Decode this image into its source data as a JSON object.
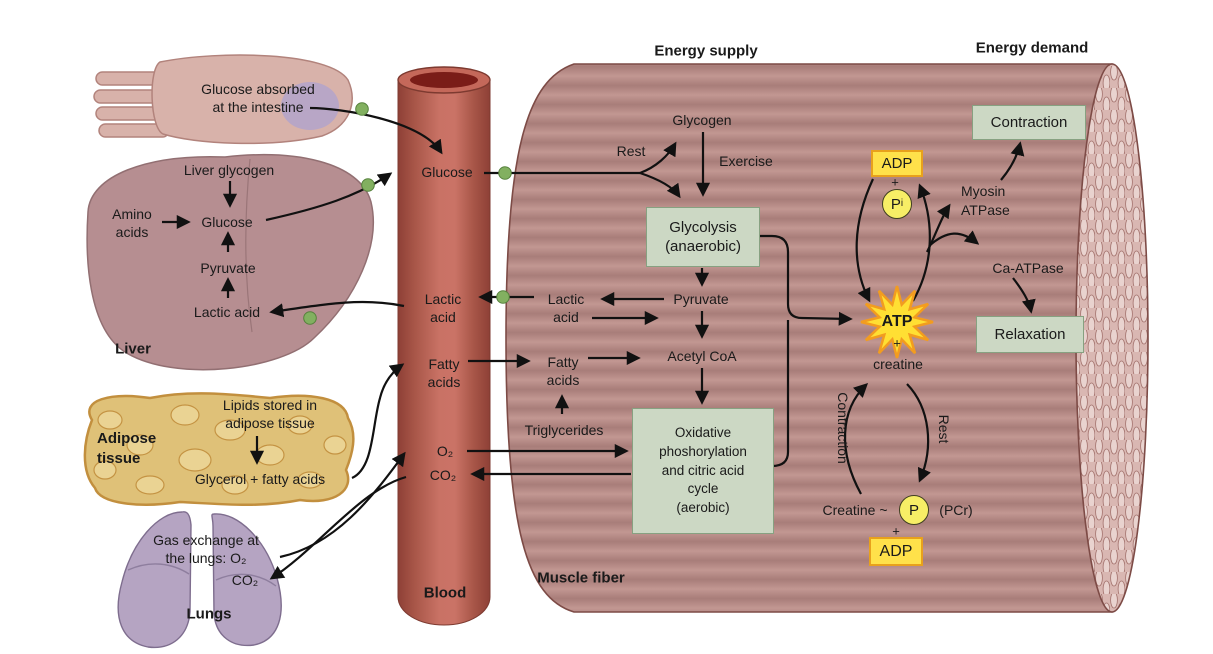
{
  "figure": "Muscle fiber energy metabolism diagram",
  "headers": {
    "energy_supply": "Energy supply",
    "energy_demand": "Energy demand"
  },
  "organs": {
    "intestine": {
      "label": "Glucose absorbed\nat the intestine"
    },
    "liver": {
      "title": "Liver",
      "glycogen": "Liver glycogen",
      "amino_acids": "Amino\nacids",
      "glucose": "Glucose",
      "pyruvate": "Pyruvate",
      "lactic_acid": "Lactic acid"
    },
    "adipose": {
      "title": "Adipose\ntissue",
      "lipids": "Lipids stored in\nadipose tissue",
      "glycerol": "Glycerol + fatty acids"
    },
    "lungs": {
      "title": "Lungs",
      "gas_exchange": "Gas exchange at\nthe lungs: O₂",
      "co2": "CO₂"
    }
  },
  "blood_vessel": {
    "title": "Blood",
    "glucose": "Glucose",
    "lactic_acid": "Lactic\nacid",
    "fatty_acids": "Fatty\nacids",
    "o2": "O₂",
    "co2": "CO₂"
  },
  "muscle_fiber": {
    "title": "Muscle fiber",
    "glycogen": "Glycogen",
    "rest": "Rest",
    "exercise": "Exercise",
    "glycolysis_box": "Glycolysis\n(anaerobic)",
    "pyruvate": "Pyruvate",
    "lactic_acid": "Lactic\nacid",
    "acetyl_coa": "Acetyl CoA",
    "fatty_acids": "Fatty\nacids",
    "triglycerides": "Triglycerides",
    "oxidative_box": "Oxidative\nphoshorylation\nand citric acid\ncycle\n(aerobic)"
  },
  "energy_demand": {
    "adp_top": "ADP",
    "plus_top": "+",
    "pi_p": "P",
    "pi_sub": "i",
    "myosin_atpase": "Myosin\nATPase",
    "ca_atpase": "Ca-ATPase",
    "contraction_box": "Contraction",
    "relaxation_box": "Relaxation",
    "atp": "ATP",
    "plus_mid": "+",
    "creatine": "creatine",
    "contraction_arc": "Contraction",
    "rest_arc": "Rest",
    "creatine_tilde": "Creatine ~",
    "p": "P",
    "pcr": "(PCr)",
    "plus_bottom": "+",
    "adp_bottom": "ADP"
  },
  "colors": {
    "muscle_fiber_base": "#b9908b",
    "muscle_stripe_dark": "#a87d79",
    "muscle_stripe_light": "#c29792",
    "muscle_outline": "#7d4b46",
    "vessel": "#c97265",
    "vessel_dark": "#8e4036",
    "vessel_lumen": "#7a1d18",
    "intestine": "#d8b2aa",
    "intestine_patch": "#b3a3cb",
    "liver": "#b68e91",
    "adipose_fill": "#dfc178",
    "adipose_outline": "#c28f3e",
    "lungs": "#b5a4c2",
    "green_box_fill": "#ccd8c4",
    "green_box_border": "#87a181",
    "yellow_box_fill": "#ffe14a",
    "yellow_box_border": "#e8a11c",
    "yellow_circle": "#f7ee66",
    "atp_star": "#ffdf33",
    "atp_star_border": "#f29c1f",
    "membrane_dot": "#82b060",
    "arrow": "#111111"
  }
}
